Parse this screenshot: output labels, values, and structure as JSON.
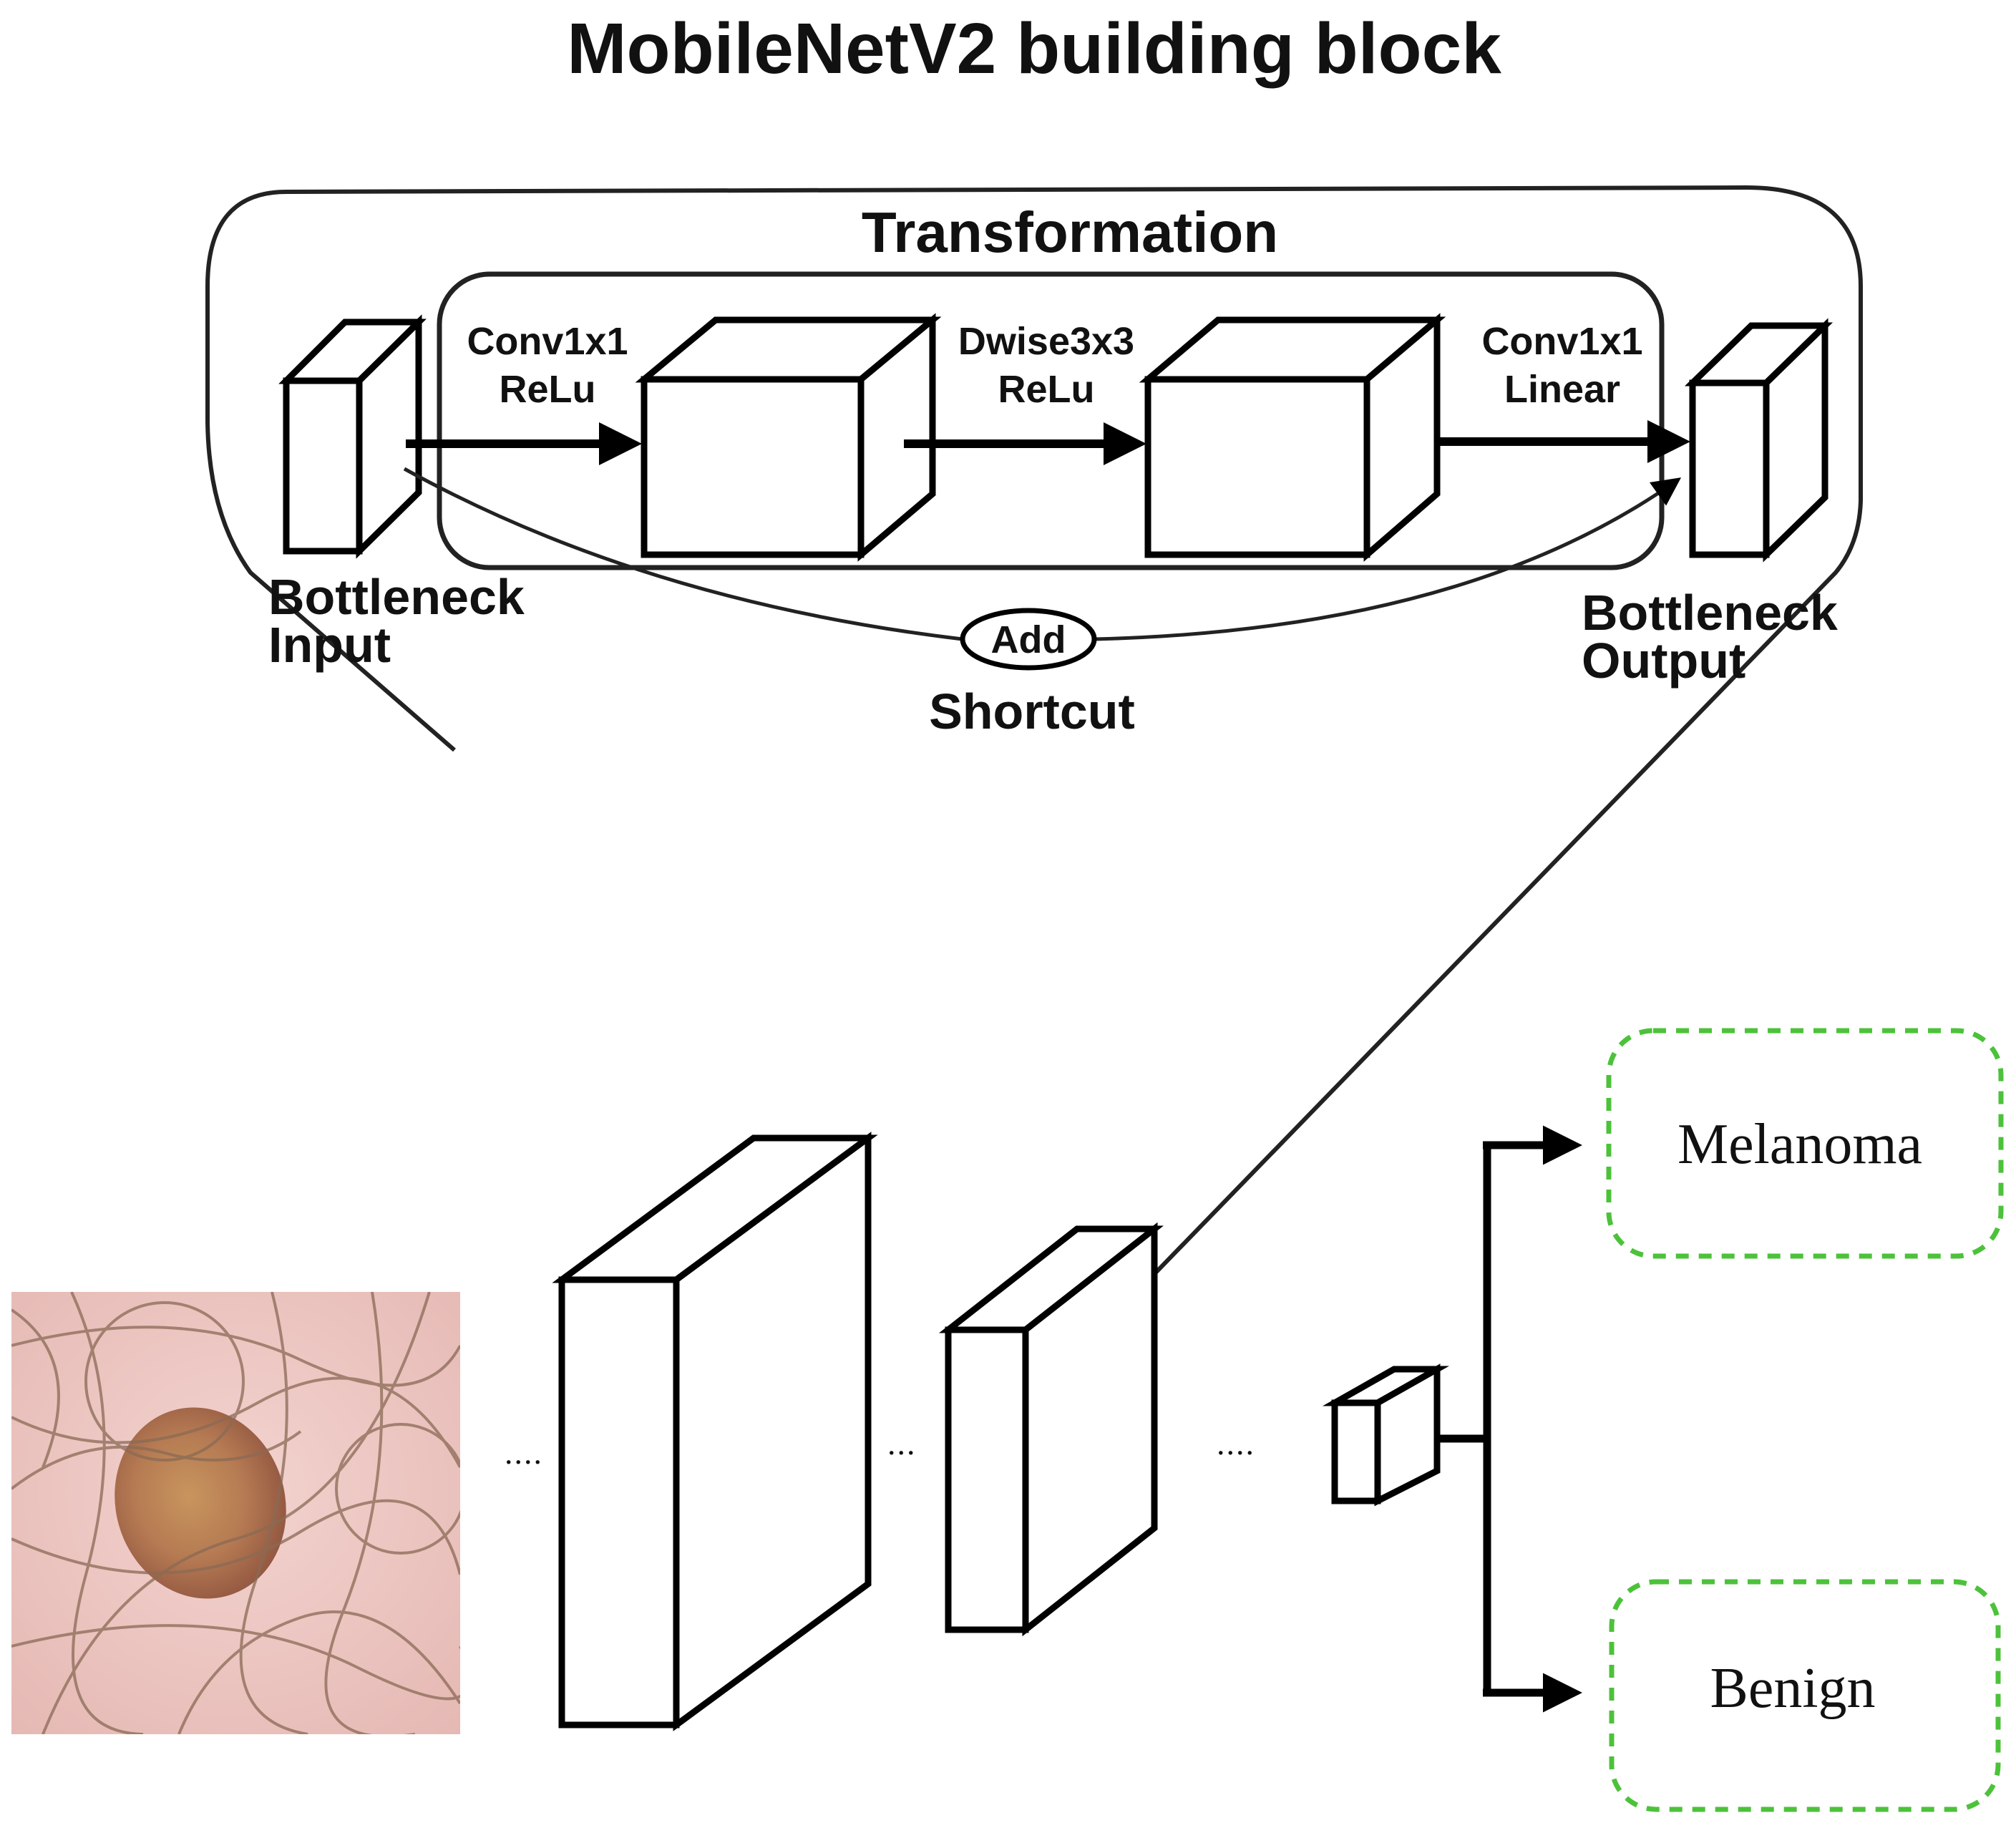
{
  "title": "MobileNetV2 building block",
  "block": {
    "transformation_label": "Transformation",
    "input_label": [
      "Bottleneck",
      "Input"
    ],
    "output_label": [
      "Bottleneck",
      "Output"
    ],
    "steps": [
      {
        "line1": "Conv1x1",
        "line2": "ReLu"
      },
      {
        "line1": "Dwise3x3",
        "line2": "ReLu"
      },
      {
        "line1": "Conv1x1",
        "line2": "Linear"
      }
    ],
    "add_label": "Add",
    "shortcut_label": "Shortcut"
  },
  "network": {
    "ellipsis_1": "....",
    "ellipsis_2": "...",
    "ellipsis_3": "...."
  },
  "outputs": {
    "class_1": "Melanoma",
    "class_2": "Benign",
    "border_color": "#4cc23a"
  },
  "input_image": "skin-lesion-photo"
}
